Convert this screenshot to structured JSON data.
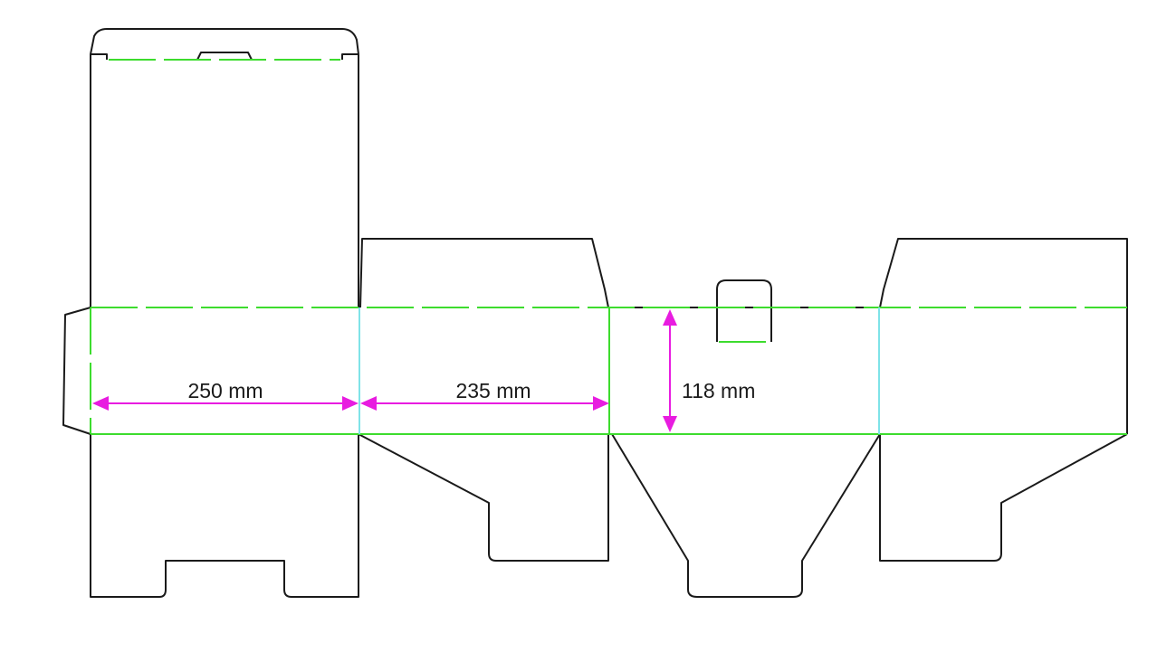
{
  "dimensions": {
    "length_label": "250 mm",
    "width_label": "235 mm",
    "height_label": "118 mm"
  },
  "colors": {
    "cut_line": "#1a1a1a",
    "fold_line": "#3ddc2e",
    "seam_line": "#7fe3e8",
    "dimension": "#e81ce0"
  }
}
